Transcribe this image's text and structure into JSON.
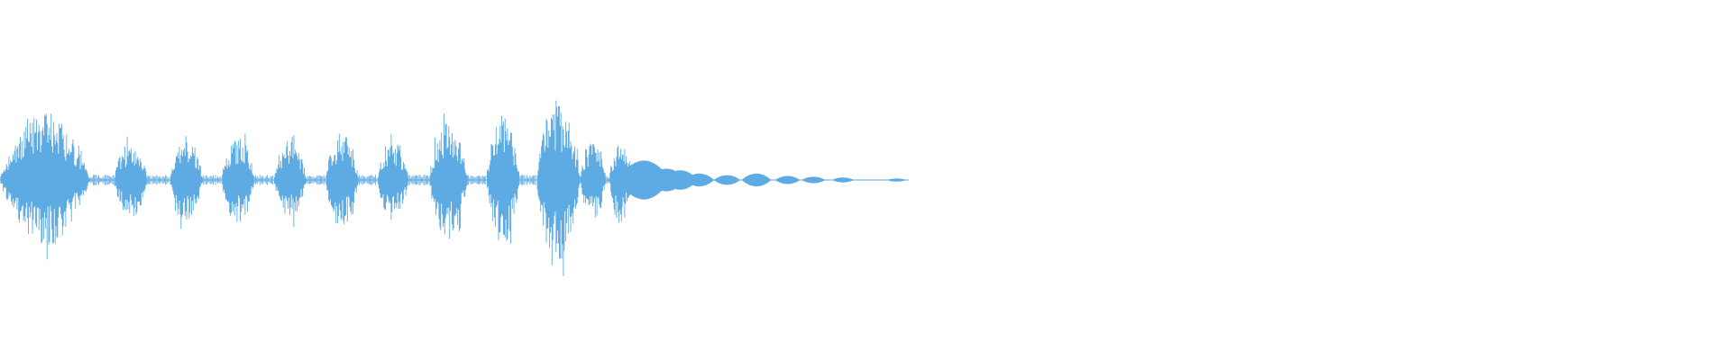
{
  "waveform": {
    "description_visible_text": "",
    "color": "#5eaae3",
    "background": "#ffffff",
    "icon": "audio-waveform-icon",
    "bursts": [
      {
        "start": 0.0,
        "end": 0.052,
        "amp": 0.55,
        "center_amp": 0.7
      },
      {
        "start": 0.066,
        "end": 0.085,
        "amp": 0.4
      },
      {
        "start": 0.098,
        "end": 0.117,
        "amp": 0.45
      },
      {
        "start": 0.128,
        "end": 0.147,
        "amp": 0.45
      },
      {
        "start": 0.158,
        "end": 0.177,
        "amp": 0.4
      },
      {
        "start": 0.188,
        "end": 0.207,
        "amp": 0.5
      },
      {
        "start": 0.218,
        "end": 0.236,
        "amp": 0.4
      },
      {
        "start": 0.248,
        "end": 0.27,
        "amp": 0.6
      },
      {
        "start": 0.281,
        "end": 0.3,
        "amp": 0.65
      },
      {
        "start": 0.31,
        "end": 0.335,
        "amp": 0.82
      },
      {
        "start": 0.335,
        "end": 0.35,
        "amp": 0.4
      },
      {
        "start": 0.352,
        "end": 0.365,
        "amp": 0.45
      }
    ],
    "tail_blobs": [
      {
        "pos": 0.372,
        "amp": 0.12
      },
      {
        "pos": 0.385,
        "amp": 0.07
      },
      {
        "pos": 0.393,
        "amp": 0.06
      },
      {
        "pos": 0.404,
        "amp": 0.04
      },
      {
        "pos": 0.42,
        "amp": 0.03
      },
      {
        "pos": 0.437,
        "amp": 0.04
      },
      {
        "pos": 0.455,
        "amp": 0.025
      },
      {
        "pos": 0.47,
        "amp": 0.02
      },
      {
        "pos": 0.487,
        "amp": 0.015
      },
      {
        "pos": 0.518,
        "amp": 0.01
      }
    ],
    "drawn_extent": 0.525
  }
}
